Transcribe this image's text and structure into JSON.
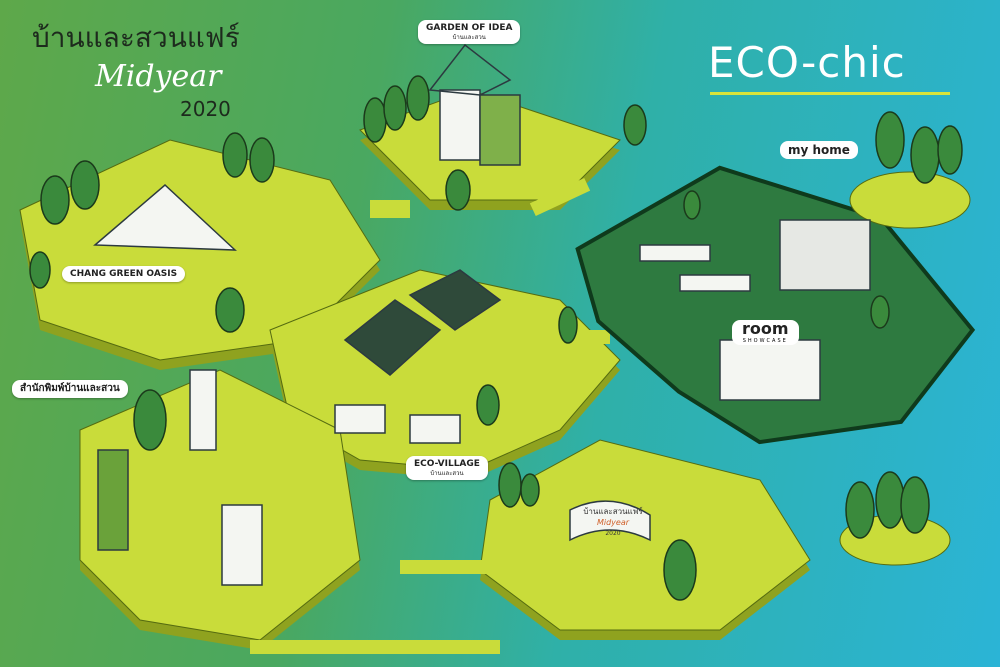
{
  "header": {
    "title_thai": "บ้านและสวนแฟร์",
    "title_script": "Midyear",
    "year": "2020",
    "theme": "ECO-chic"
  },
  "zones": {
    "garden_of_idea": {
      "label": "GARDEN OF IDEA",
      "sub": "บ้านและสวน"
    },
    "chang_green_oasis": {
      "label": "CHANG GREEN OASIS"
    },
    "my_home": {
      "label": "my home"
    },
    "room_showcase": {
      "label": "room",
      "sub": "SHOWCASE"
    },
    "publisher": {
      "label": "สำนักพิมพ์บ้านและสวน"
    },
    "eco_village": {
      "label": "ECO-VILLAGE",
      "sub": "บ้านและสวน"
    },
    "banner": {
      "label": "บ้านและสวนแฟร์",
      "script": "Midyear",
      "year": "2020"
    }
  },
  "colors": {
    "lime": "#c9dc3a",
    "dark_green": "#2e6b3a",
    "water": "#2bb4d6",
    "accent": "#d8e43a"
  }
}
